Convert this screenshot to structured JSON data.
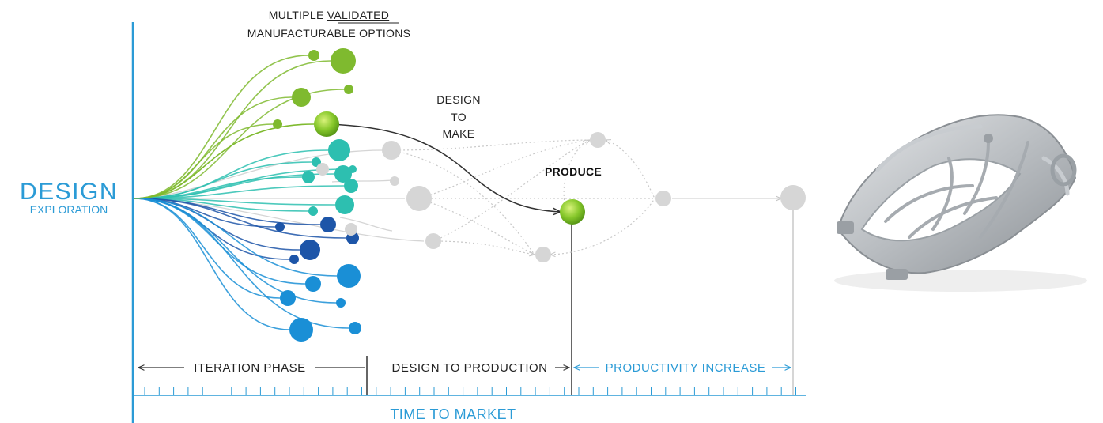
{
  "labels": {
    "top_line1_pre": "MULTIPLE ",
    "top_line1_em": "VALIDATED",
    "top_line2": "MANUFACTURABLE OPTIONS",
    "design_to_make": [
      "DESIGN",
      "TO",
      "MAKE"
    ],
    "produce": "PRODUCE",
    "y_title_big": "DESIGN",
    "y_title_small": "EXPLORATION",
    "x_title": "TIME TO MARKET"
  },
  "phases": [
    {
      "label": "ITERATION PHASE"
    },
    {
      "label": "DESIGN TO PRODUCTION"
    },
    {
      "label": "PRODUCTIVITY INCREASE"
    }
  ],
  "colors": {
    "axis_blue": "#2b9bd6",
    "green": "#7fba2f",
    "teal": "#2dbfb0",
    "navy": "#1d55a8",
    "light_blue": "#1a8fd6",
    "grey_node": "#d6d6d6",
    "dark_line": "#333333"
  },
  "product_image": {
    "icon": "generative-bracket-part-image"
  }
}
